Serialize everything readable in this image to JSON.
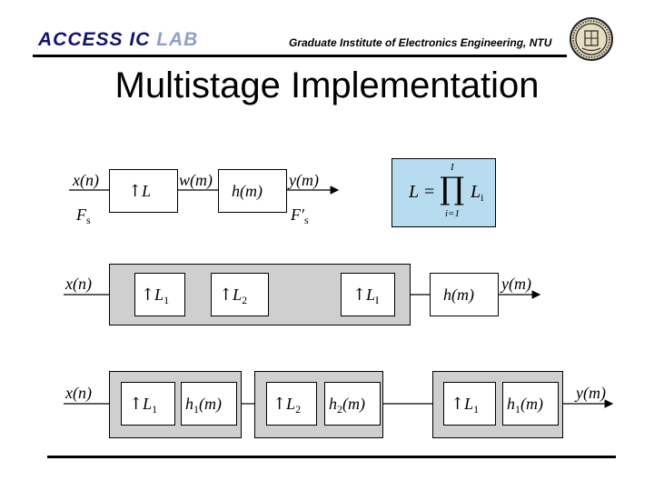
{
  "header": {
    "lab_a": "ACCESS IC ",
    "lab_b": "LAB",
    "institute": "Graduate Institute of Electronics Engineering, NTU",
    "seal_icon": "ntu-seal-icon"
  },
  "title": "Multistage Implementation",
  "colors": {
    "lab_text": "#14146e",
    "lab_fade": "#8fa0c8",
    "formula_bg": "#b8dcef",
    "group_bg": "#cfcfcf"
  },
  "formula": {
    "lhs": "L =",
    "prod": "∏",
    "upper": "I",
    "lower": "i=1",
    "term": "L",
    "term_sub": "i"
  },
  "row1": {
    "input": "x(n)",
    "rate_in": "F",
    "rate_in_sub": "s",
    "up_arrow": "↑",
    "up": "L",
    "mid": "w(m)",
    "filter": "h(m)",
    "output": "y(m)",
    "rate_out": "F",
    "rate_out_sub": "s",
    "rate_out_prime": "′"
  },
  "row2": {
    "input": "x(n)",
    "stages": [
      {
        "arrow": "↑",
        "name": "L",
        "sub": "1"
      },
      {
        "arrow": "↑",
        "name": "L",
        "sub": "2"
      },
      {
        "arrow": "↑",
        "name": "L",
        "sub": "I"
      }
    ],
    "filter": "h(m)",
    "output": "y(m)"
  },
  "row3": {
    "input": "x(n)",
    "groups": [
      {
        "arrow": "↑",
        "up": "L",
        "up_sub": "1",
        "h": "h",
        "h_sub": "1",
        "h_arg": "(m)"
      },
      {
        "arrow": "↑",
        "up": "L",
        "up_sub": "2",
        "h": "h",
        "h_sub": "2",
        "h_arg": "(m)"
      },
      {
        "arrow": "↑",
        "up": "L",
        "up_sub": "1",
        "h": "h",
        "h_sub": "1",
        "h_arg": "(m)"
      }
    ],
    "output": "y(m)"
  }
}
